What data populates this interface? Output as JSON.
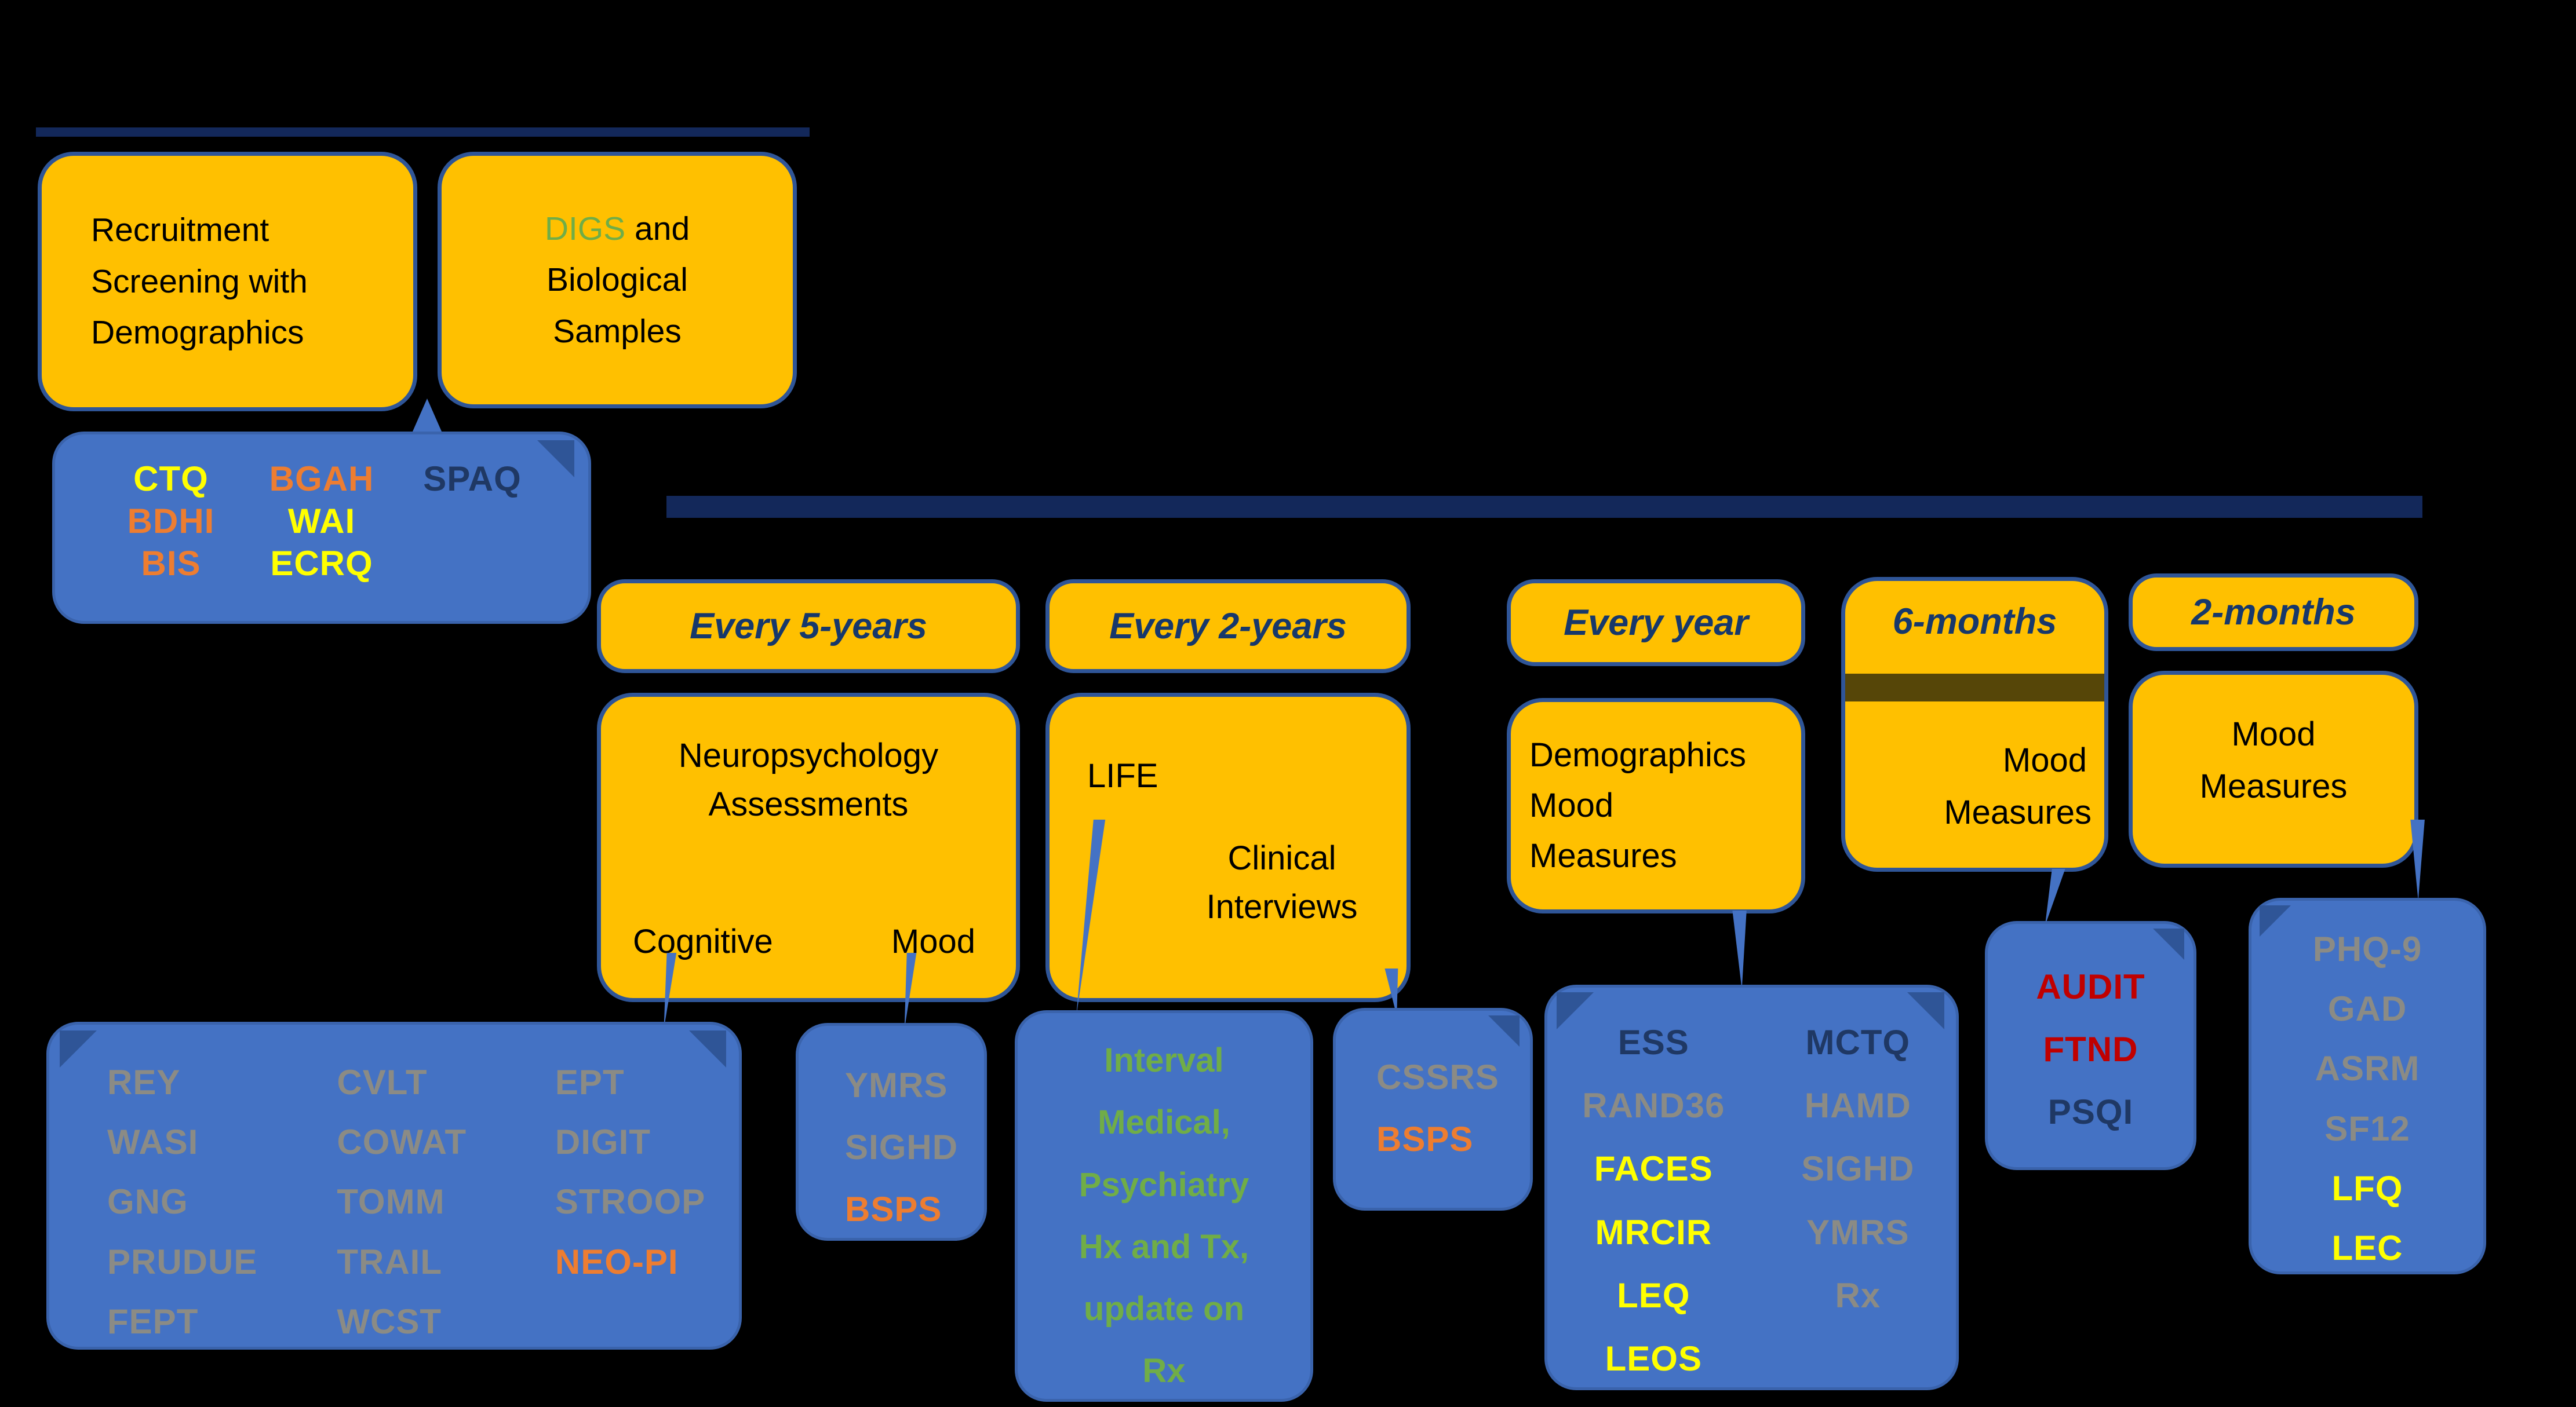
{
  "colors": {
    "background": "#000000",
    "gold": "#FFC000",
    "blue_panel": "#4472C4",
    "navy_text": "#1F3864",
    "timeline_line": "#13285A",
    "gray_item": "#8B8B85",
    "orange_item": "#ED7D31",
    "yellow_item": "#FFFF00",
    "green_item": "#70AD47",
    "red_item": "#C00000",
    "divider_stripe": "#564608"
  },
  "intake": {
    "recruitment_label": "Recruitment Screening with Demographics",
    "digs": {
      "highlight": "DIGS",
      "rest": " and",
      "line2": "Biological",
      "line3": "Samples"
    },
    "baseline_measures": [
      {
        "text": "CTQ",
        "color": "#FFFF00"
      },
      {
        "text": "BGAH",
        "color": "#ED7D31"
      },
      {
        "text": "SPAQ",
        "color": "#1F3864"
      },
      {
        "text": "BDHI",
        "color": "#ED7D31"
      },
      {
        "text": "WAI",
        "color": "#FFFF00"
      },
      {
        "text": "BIS",
        "color": "#ED7D31"
      },
      {
        "text": "ECRQ",
        "color": "#FFFF00"
      }
    ]
  },
  "schedule": {
    "five_years": {
      "header": "Every 5-years",
      "title": "Neuropsychology Assessments",
      "left_label": "Cognitive",
      "right_label": "Mood"
    },
    "two_years": {
      "header": "Every 2-years",
      "life_label": "LIFE",
      "clinical_line1": "Clinical",
      "clinical_line2": "Interviews"
    },
    "every_year": {
      "header": "Every year",
      "line1": "Demographics",
      "line2": "Mood",
      "line3": "Measures"
    },
    "six_months": {
      "header": "6-months",
      "line1": "Mood",
      "line2": "Measures"
    },
    "two_months": {
      "header": "2-months",
      "line1": "Mood",
      "line2": "Measures"
    }
  },
  "panels": {
    "neuropsych": {
      "col1": [
        {
          "text": "REY",
          "color": "#8B8B85"
        },
        {
          "text": "WASI",
          "color": "#8B8B85"
        },
        {
          "text": "GNG",
          "color": "#8B8B85"
        },
        {
          "text": "PRUDUE",
          "color": "#8B8B85"
        },
        {
          "text": "FEPT",
          "color": "#8B8B85"
        }
      ],
      "col2": [
        {
          "text": "CVLT",
          "color": "#8B8B85"
        },
        {
          "text": "COWAT",
          "color": "#8B8B85"
        },
        {
          "text": "TOMM",
          "color": "#8B8B85"
        },
        {
          "text": "TRAIL",
          "color": "#8B8B85"
        },
        {
          "text": "WCST",
          "color": "#8B8B85"
        }
      ],
      "col3": [
        {
          "text": "EPT",
          "color": "#8B8B85"
        },
        {
          "text": "DIGIT",
          "color": "#8B8B85"
        },
        {
          "text": "STROOP",
          "color": "#8B8B85"
        },
        {
          "text": "NEO-PI",
          "color": "#ED7D31"
        }
      ]
    },
    "mood_5yr": {
      "items": [
        {
          "text": "YMRS",
          "color": "#8B8B85"
        },
        {
          "text": "SIGHD",
          "color": "#8B8B85"
        },
        {
          "text": "BSPS",
          "color": "#ED7D31"
        }
      ]
    },
    "interval": {
      "color": "#70AD47",
      "lines": [
        "Interval",
        "Medical,",
        "Psychiatry",
        "Hx and Tx,",
        "update on",
        "Rx"
      ]
    },
    "clinical_2yr": {
      "items": [
        {
          "text": "CSSRS",
          "color": "#8B8B85"
        },
        {
          "text": "BSPS",
          "color": "#ED7D31"
        }
      ]
    },
    "yearly": {
      "col1": [
        {
          "text": "ESS",
          "color": "#1F3864"
        },
        {
          "text": "RAND36",
          "color": "#8B8B85"
        },
        {
          "text": "FACES",
          "color": "#FFFF00"
        },
        {
          "text": "MRCIR",
          "color": "#FFFF00"
        },
        {
          "text": "LEQ",
          "color": "#FFFF00"
        },
        {
          "text": "LEOS",
          "color": "#FFFF00"
        }
      ],
      "col2": [
        {
          "text": "MCTQ",
          "color": "#1F3864"
        },
        {
          "text": "HAMD",
          "color": "#8B8B85"
        },
        {
          "text": "SIGHD",
          "color": "#8B8B85"
        },
        {
          "text": "YMRS",
          "color": "#8B8B85"
        },
        {
          "text": "Rx",
          "color": "#8B8B85"
        }
      ]
    },
    "six_month_panel": {
      "items": [
        {
          "text": "AUDIT",
          "color": "#C00000"
        },
        {
          "text": "FTND",
          "color": "#C00000"
        },
        {
          "text": "PSQI",
          "color": "#1F3864"
        }
      ]
    },
    "two_month_panel": {
      "items": [
        {
          "text": "PHQ-9",
          "color": "#8B8B85"
        },
        {
          "text": "GAD",
          "color": "#8B8B85"
        },
        {
          "text": "ASRM",
          "color": "#8B8B85"
        },
        {
          "text": "SF12",
          "color": "#8B8B85"
        },
        {
          "text": "LFQ",
          "color": "#FFFF00"
        },
        {
          "text": "LEC",
          "color": "#FFFF00"
        }
      ]
    }
  }
}
